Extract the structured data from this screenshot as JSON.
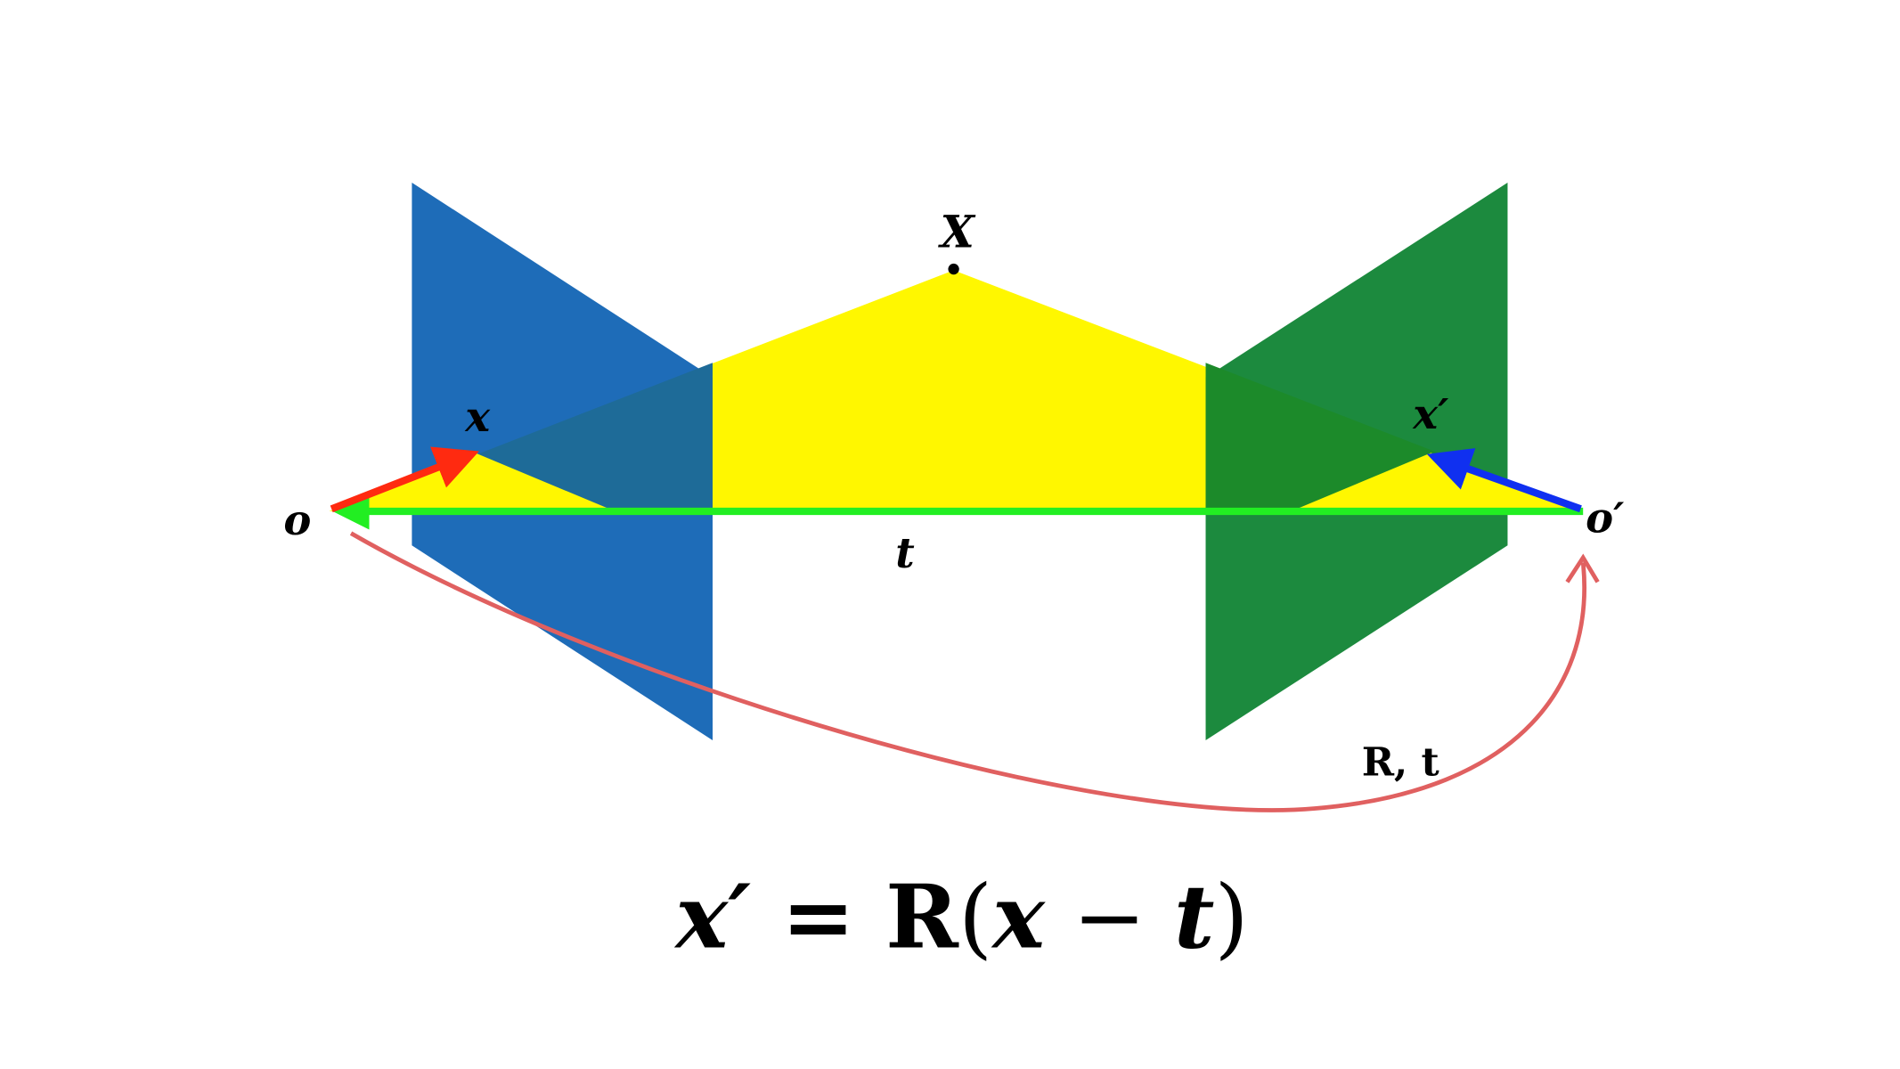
{
  "labels": {
    "point_X": "X",
    "image_point_x": "x",
    "image_point_x_prime": "x′",
    "origin_o": "o",
    "origin_o_prime": "o′",
    "translation_t": "t",
    "transform": "R, t"
  },
  "equation": {
    "lhs": "x′",
    "eq": " = ",
    "R": "R",
    "open": "(",
    "x": "x",
    "minus": " − ",
    "t": "t",
    "close": ")"
  },
  "colors": {
    "left_plane": "#1e6cb8",
    "right_plane": "#1c8a3e",
    "epipolar_plane": "#fff700",
    "ray_left": "#ff2a10",
    "ray_right": "#1030f0",
    "baseline": "#22ee22",
    "transform_arrow": "#e06060"
  }
}
